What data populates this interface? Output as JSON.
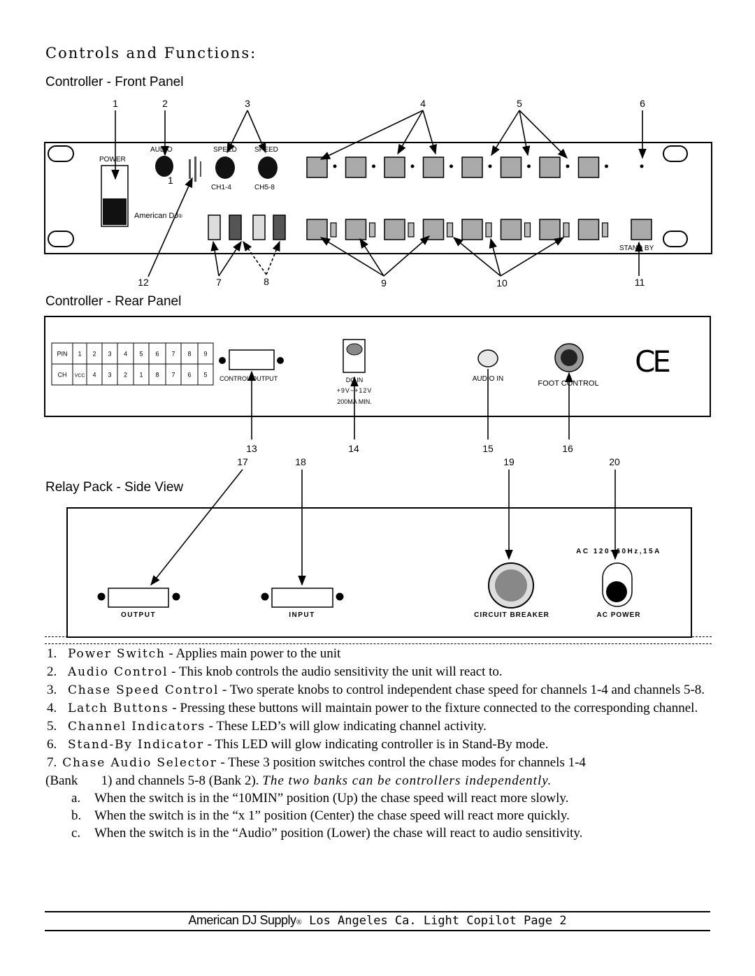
{
  "page": {
    "title": "Controls and Functions:",
    "section_front": "Controller - Front Panel",
    "section_rear": "Controller - Rear Panel",
    "section_relay": "Relay Pack - Side View"
  },
  "front_panel": {
    "callouts_top": [
      "1",
      "2",
      "3",
      "4",
      "5",
      "6"
    ],
    "callouts_bottom": [
      "12",
      "7",
      "8",
      "9",
      "10",
      "11"
    ],
    "label_power": "POWER",
    "label_audio": "AUDIO",
    "label_speed_1": "SPEED",
    "label_speed_2": "SPEED",
    "label_ch14": "CH1-4",
    "label_ch58": "CH5-8",
    "label_one": "1",
    "brand": "American DJ",
    "brand_mark": "®",
    "label_standby": "STAND BY"
  },
  "rear_panel": {
    "pin_row": [
      "PIN",
      "1",
      "2",
      "3",
      "4",
      "5",
      "6",
      "7",
      "8",
      "9"
    ],
    "ch_row": [
      "CH",
      "VCC",
      "4",
      "3",
      "2",
      "1",
      "8",
      "7",
      "6",
      "5"
    ],
    "label_control_output": "CONTROL OUTPUT",
    "label_dc_in": "DC IN",
    "label_voltage": "+9V~+12V",
    "label_current": "200MA MIN.",
    "label_audio_in": "AUDIO IN",
    "label_foot_control": "FOOT CONTROL",
    "ce_mark": "CE",
    "callouts": [
      "13",
      "14",
      "15",
      "16"
    ]
  },
  "relay_pack": {
    "callouts": [
      "17",
      "18",
      "19",
      "20"
    ],
    "label_rating": "AC 120~60Hz,15A",
    "label_output": "OUTPUT",
    "label_input": "INPUT",
    "label_circuit_breaker": "CIRCUIT BREAKER",
    "label_ac_power": "AC POWER"
  },
  "items": [
    {
      "num": "1.",
      "term": "Power Switch",
      "desc": " - Applies main power to the unit"
    },
    {
      "num": "2.",
      "term": "Audio Control",
      "desc": " - This knob controls the audio sensitivity the unit will react to."
    },
    {
      "num": "3.",
      "term": "Chase Speed Control",
      "desc": " - Two sperate knobs to control independent chase speed for channels 1-4 and channels 5-8."
    },
    {
      "num": "4.",
      "term": "Latch Buttons",
      "desc": " - Pressing these buttons will maintain power to the fixture connected to the corresponding channel."
    },
    {
      "num": "5.",
      "term": "Channel Indicators",
      "desc": " - These LED’s will glow indicating channel activity."
    },
    {
      "num": "6.",
      "term": "Stand-By Indicator",
      "desc": " - This LED will glow indicating controller is in Stand-By mode."
    }
  ],
  "item7": {
    "num": "7.",
    "term": "Chase Audio Selector",
    "desc_a": " - These 3 position switches control the chase modes for channels 1-4",
    "desc_b": "(Bank       1) and channels 5-8 (Bank 2). ",
    "desc_em": "The two banks can be controllers independently.",
    "subitems": [
      {
        "letter": "a.",
        "text": "When the switch is in the “10MIN” position (Up) the chase speed will react more slowly."
      },
      {
        "letter": "b.",
        "text": "When the switch is in the “x 1” position (Center) the chase speed will react more quickly."
      },
      {
        "letter": "c.",
        "text": "When the switch is in the “Audio” position (Lower) the chase will react to audio sensitivity."
      }
    ]
  },
  "footer": {
    "brand": "American DJ Supply",
    "reg": "®",
    "rest": " Los Angeles Ca. Light Copilot Page 2"
  }
}
